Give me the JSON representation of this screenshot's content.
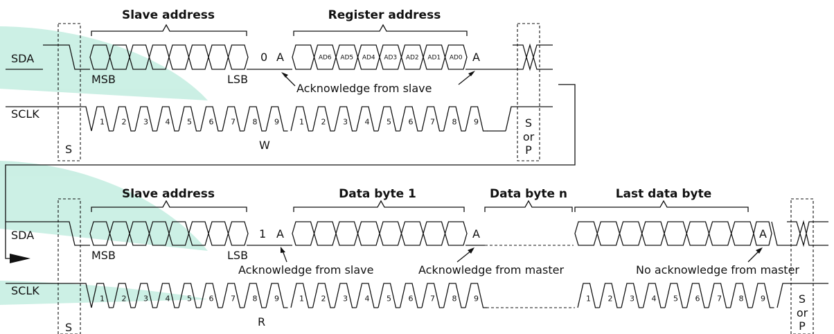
{
  "colors": {
    "watermark": "#19b98a",
    "line": "#111111"
  },
  "panel_top": {
    "headers": {
      "slave_address": "Slave address",
      "register_address": "Register address"
    },
    "signals": {
      "sda": "SDA",
      "sclk": "SCLK"
    },
    "msb": "MSB",
    "lsb": "LSB",
    "rw_bit": "0",
    "ack1": "A",
    "ack2": "A",
    "rw_label": "W",
    "ack_note": "Acknowledge from slave",
    "register_bits": [
      "AD6",
      "AD5",
      "AD4",
      "AD3",
      "AD2",
      "AD1",
      "AD0"
    ],
    "clock_labels_a": [
      "1",
      "2",
      "3",
      "4",
      "5",
      "6",
      "7",
      "8",
      "9"
    ],
    "clock_labels_b": [
      "1",
      "2",
      "3",
      "4",
      "5",
      "6",
      "7",
      "8",
      "9"
    ],
    "start": "S",
    "end": [
      "S",
      "or",
      "P"
    ]
  },
  "panel_bottom": {
    "headers": {
      "slave_address": "Slave address",
      "data_byte_1": "Data byte 1",
      "data_byte_n": "Data byte n",
      "last_data_byte": "Last data byte"
    },
    "signals": {
      "sda": "SDA",
      "sclk": "SCLK"
    },
    "msb": "MSB",
    "lsb": "LSB",
    "rw_bit": "1",
    "ack1": "A",
    "ack2": "A",
    "ack3": "A",
    "rw_label": "R",
    "notes": {
      "ack_slave": "Acknowledge from slave",
      "ack_master": "Acknowledge from master",
      "no_ack_master": "No acknowledge from master"
    },
    "clock_labels_a": [
      "1",
      "2",
      "3",
      "4",
      "5",
      "6",
      "7",
      "8",
      "9"
    ],
    "clock_labels_b": [
      "1",
      "2",
      "3",
      "4",
      "5",
      "6",
      "7",
      "8",
      "9"
    ],
    "clock_labels_c": [
      "1",
      "2",
      "3",
      "4",
      "5",
      "6",
      "7",
      "8",
      "9"
    ],
    "start": "S",
    "end": [
      "S",
      "or",
      "P"
    ]
  }
}
